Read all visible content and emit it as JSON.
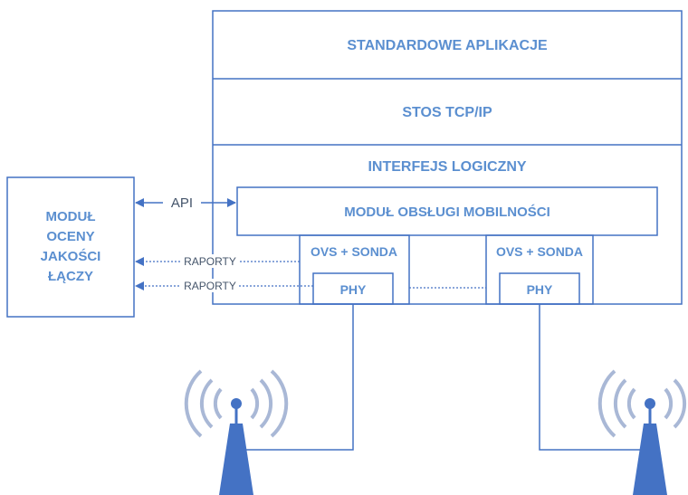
{
  "stack": {
    "layer_apps": "STANDARDOWE APLIKACJE",
    "layer_tcpip": "STOS TCP/IP",
    "layer_logical": "INTERFEJS LOGICZNY",
    "mobility_module": "MODUŁ OBSŁUGI MOBILNOŚCI"
  },
  "interfaces": [
    {
      "ovs_label": "OVS + SONDA",
      "phy_label": "PHY"
    },
    {
      "ovs_label": "OVS + SONDA",
      "phy_label": "PHY"
    }
  ],
  "quality_module": {
    "lines": [
      "MODUŁ",
      "OCENY",
      "JAKOŚCI",
      "ŁĄCZY"
    ]
  },
  "connections": {
    "api_label": "API",
    "report_label_1": "RAPORTY",
    "report_label_2": "RAPORTY"
  },
  "colors": {
    "border": "#4472c4",
    "text_accent": "#5b8fd0",
    "connector_text": "#44546a",
    "antenna": "#4472c4",
    "waves": "#a9b8d6"
  },
  "icons": [
    "antenna-icon",
    "antenna-icon"
  ]
}
